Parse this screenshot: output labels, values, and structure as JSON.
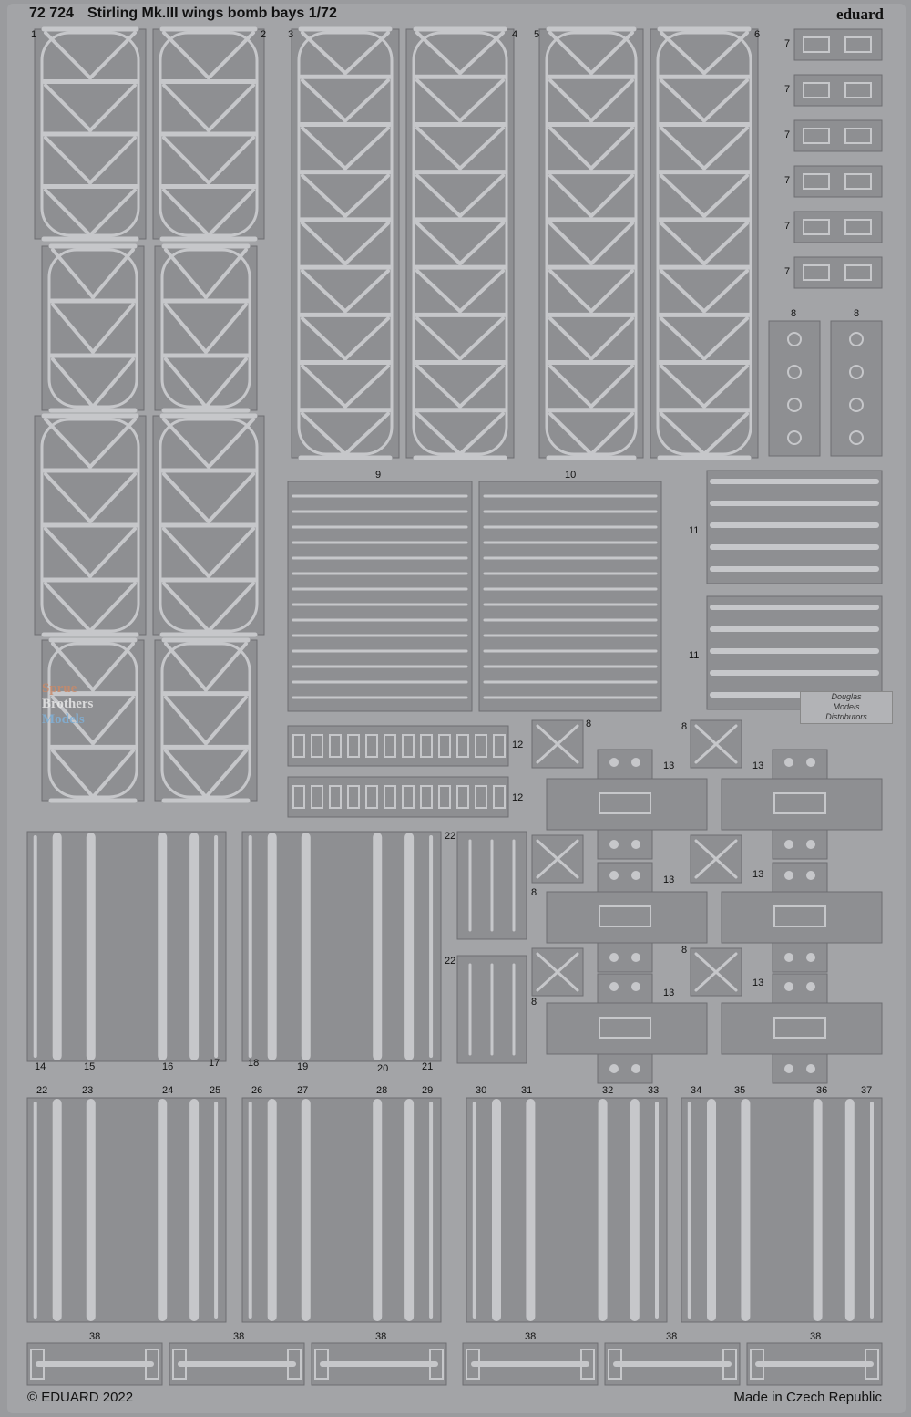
{
  "header": {
    "code": "72 724",
    "title": "Stirling Mk.III wings bomb bays 1/72",
    "brand": "eduard"
  },
  "footer": {
    "copyright": "© EDUARD 2022",
    "origin": "Made in Czech Republic"
  },
  "watermarks": {
    "sprue": [
      "Sprue",
      "Brothers",
      "Models"
    ],
    "douglas": [
      "Douglas",
      "Models",
      "Distributors"
    ]
  },
  "parts": {
    "n1": "1",
    "n2": "2",
    "n3": "3",
    "n4": "4",
    "n5": "5",
    "n6": "6",
    "n7": "7",
    "n8": "8",
    "n9": "9",
    "n10": "10",
    "n11": "11",
    "n12": "12",
    "n13": "13",
    "n14": "14",
    "n15": "15",
    "n16": "16",
    "n17": "17",
    "n18": "18",
    "n19": "19",
    "n20": "20",
    "n21": "21",
    "n22": "22",
    "n23": "23",
    "n24": "24",
    "n25": "25",
    "n26": "26",
    "n27": "27",
    "n28": "28",
    "n29": "29",
    "n30": "30",
    "n31": "31",
    "n32": "32",
    "n33": "33",
    "n34": "34",
    "n35": "35",
    "n36": "36",
    "n37": "37",
    "n38": "38"
  },
  "colors": {
    "fret": "#a3a4a7",
    "part": "#8e8f92",
    "etch": "#c6c7ca",
    "outline": "#6d6e71"
  }
}
